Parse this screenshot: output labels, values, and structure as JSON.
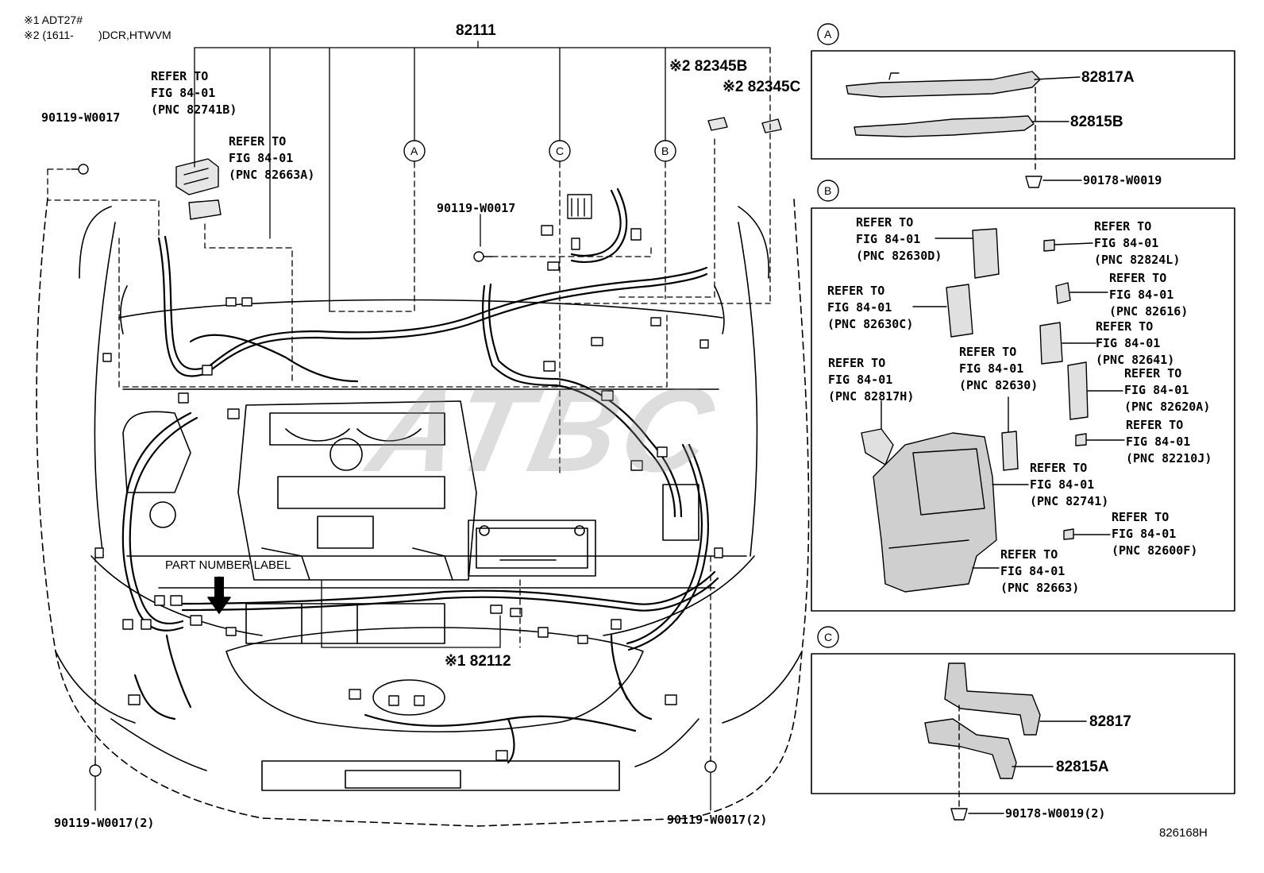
{
  "notes": {
    "line1": "※1 ADT27#",
    "line2": "※2 (1611-        )DCR,HTWVM"
  },
  "main_part": "82111",
  "inset_refs": {
    "a": "A",
    "b": "B",
    "c": "C"
  },
  "callouts_main": {
    "ref1": {
      "line1": "REFER TO",
      "line2": "FIG 84-01",
      "line3": "(PNC 82741B)"
    },
    "ref2": {
      "line1": "REFER TO",
      "line2": "FIG 84-01",
      "line3": "(PNC 82663A)"
    },
    "bolt_top_left": "90119-W0017",
    "bolt_center": "90119-W0017",
    "connector_b": "※2 82345B",
    "connector_c": "※2 82345C",
    "part_number_label": "PART NUMBER LABEL",
    "sub_harness": "※1 82112",
    "bolt_bottom_left": "90119-W0017(2)",
    "bolt_bottom_right": "90119-W0017(2)"
  },
  "inset_a": {
    "label": "A",
    "part1": "82817A",
    "part2": "82815B",
    "clip": "90178-W0019"
  },
  "inset_b": {
    "label": "B",
    "refs": [
      {
        "line1": "REFER TO",
        "line2": "FIG 84-01",
        "line3": "(PNC 82630D)"
      },
      {
        "line1": "REFER TO",
        "line2": "FIG 84-01",
        "line3": "(PNC 82824L)"
      },
      {
        "line1": "REFER TO",
        "line2": "FIG 84-01",
        "line3": "(PNC 82630C)"
      },
      {
        "line1": "REFER TO",
        "line2": "FIG 84-01",
        "line3": "(PNC 82616)"
      },
      {
        "line1": "REFER TO",
        "line2": "FIG 84-01",
        "line3": "(PNC 82641)"
      },
      {
        "line1": "REFER TO",
        "line2": "FIG 84-01",
        "line3": "(PNC 82817H)"
      },
      {
        "line1": "REFER TO",
        "line2": "FIG 84-01",
        "line3": "(PNC 82630)"
      },
      {
        "line1": "REFER TO",
        "line2": "FIG 84-01",
        "line3": "(PNC 82620A)"
      },
      {
        "line1": "REFER TO",
        "line2": "FIG 84-01",
        "line3": "(PNC 82210J)"
      },
      {
        "line1": "REFER TO",
        "line2": "FIG 84-01",
        "line3": "(PNC 82741)"
      },
      {
        "line1": "REFER TO",
        "line2": "FIG 84-01",
        "line3": "(PNC 82600F)"
      },
      {
        "line1": "REFER TO",
        "line2": "FIG 84-01",
        "line3": "(PNC 82663)"
      }
    ]
  },
  "inset_c": {
    "label": "C",
    "part1": "82817",
    "part2": "82815A",
    "clip": "90178-W0019(2)"
  },
  "illustration_id": "826168H",
  "watermark": "ATBC"
}
